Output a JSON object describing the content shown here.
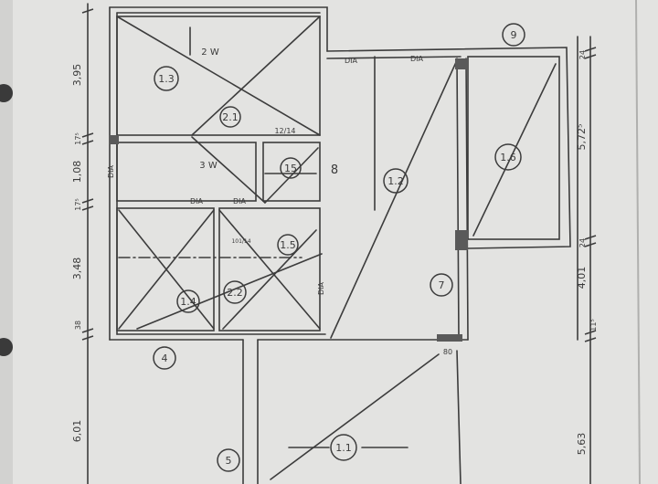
{
  "plan": {
    "rooms": {
      "r13": "1.3",
      "r21": "2.1",
      "r15": "1.5",
      "r15b": "15",
      "r12": "1.2",
      "r16": "1.6",
      "r14": "1.4",
      "r22": "2.2",
      "r11": "1.1",
      "r7": "7",
      "r4": "4",
      "r5": "5",
      "r8": "8",
      "r9": "9"
    },
    "labels": {
      "dia1": "DIA",
      "dia2": "DIA",
      "dia3": "DIA",
      "dia4": "DIA",
      "dia5": "DIA",
      "dia6": "DIA",
      "w2": "2 W",
      "w3": "3 W",
      "dim1214": "12/14",
      "dim101": "101/14",
      "dim80": "80"
    },
    "dims_left": {
      "d395": "3,95",
      "d17a": "17⁵",
      "d108": "1,08",
      "d17b": "17⁵",
      "d348": "3,48",
      "d38": "38",
      "d601": "6,01"
    },
    "dims_right": {
      "d24a": "24",
      "d572": "5,72⁵",
      "d24b": "24",
      "d401": "4,01",
      "d11": "11⁵",
      "d563": "5,63"
    }
  }
}
